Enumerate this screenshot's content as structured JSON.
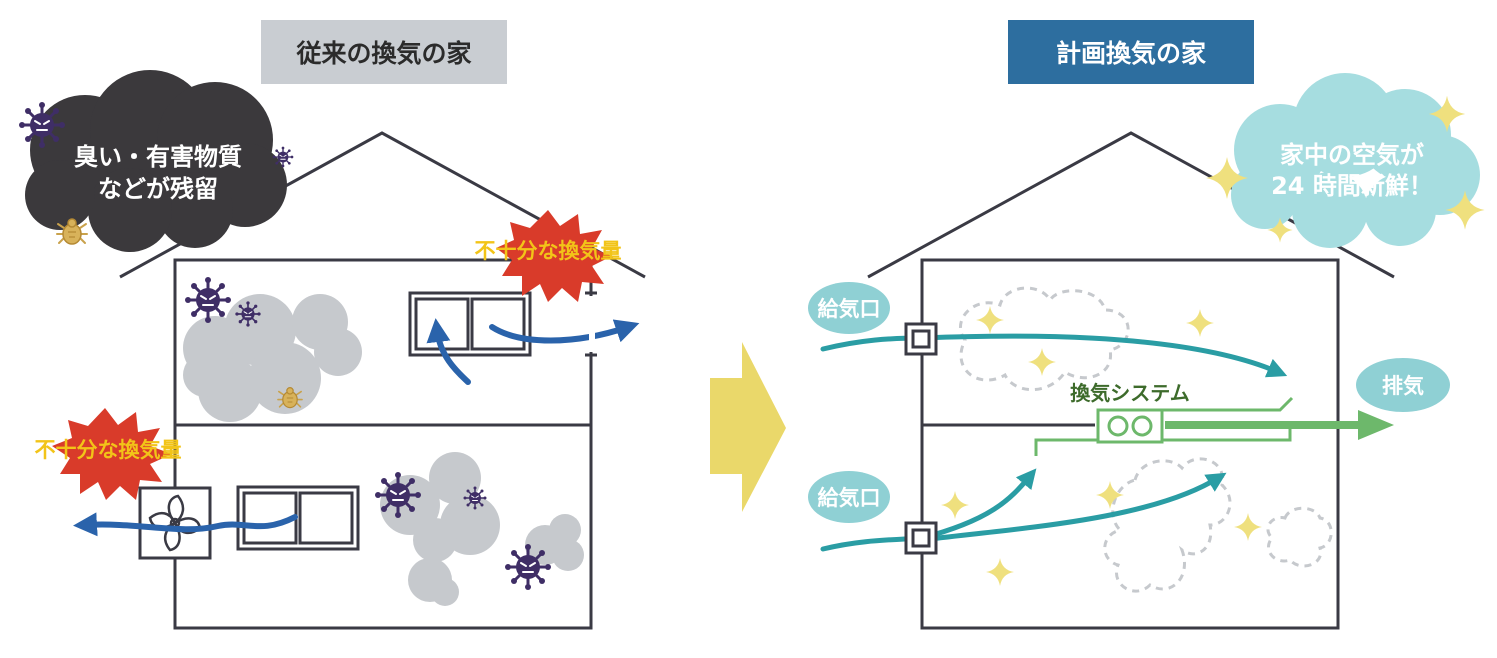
{
  "left_panel": {
    "title": "従来の換気の家",
    "cloud_line1": "臭い・有害物質",
    "cloud_line2": "などが残留",
    "burst_upper": "不十分な換気量",
    "burst_lower": "不十分な換気量"
  },
  "right_panel": {
    "title": "計画換気の家",
    "cloud_line1": "家中の空気が",
    "cloud_line2": "24 時間新鮮！",
    "intake_upper": "給気口",
    "intake_lower": "給気口",
    "system_label": "換気システム",
    "exhaust": "排気"
  },
  "colors": {
    "house_line": "#3a3a44",
    "smoke": "#c6c9cd",
    "virus": "#3f2e66",
    "mite": "#c9a24c",
    "dark_cloud": "#3b393c",
    "burst_red": "#d93b2a",
    "burst_text": "#f2c418",
    "flow_blue": "#2a63ab",
    "flow_teal": "#2a9da4",
    "bubble_teal": "#8fd0d4",
    "sparkle": "#efe07e",
    "system_green": "#6db86b",
    "arrow_yellow": "#ead86a",
    "fresh_cloud": "#a6dde0",
    "title_left_bg": "#c9cdd2",
    "title_right_bg": "#2d6e9f"
  }
}
